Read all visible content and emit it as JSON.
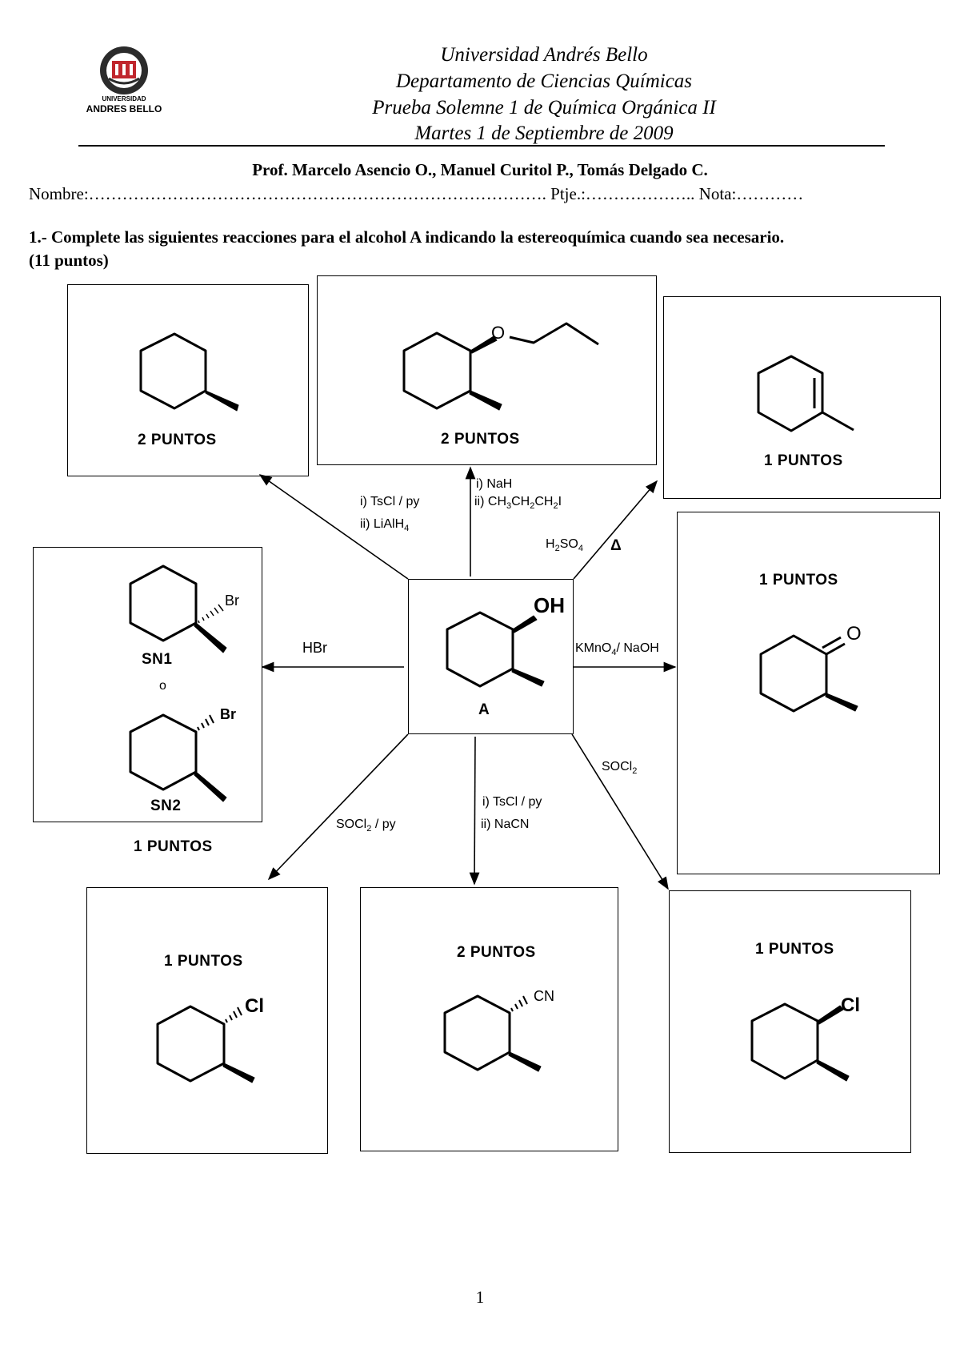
{
  "header": {
    "line1": "Universidad Andrés Bello",
    "line2": "Departamento de Ciencias Químicas",
    "line3": "Prueba Solemne 1 de Química Orgánica II",
    "line4": "Martes 1 de Septiembre de 2009",
    "logo_text_top": "UNIVERSIDAD",
    "logo_text_bottom": "ANDRES BELLO"
  },
  "professors": "Prof. Marcelo Asencio O., Manuel Curitol P., Tomás Delgado C.",
  "fields": {
    "nombre": "Nombre:………………………………………………………………………. Ptje.:……………….. Nota:…………"
  },
  "question": {
    "text": "1.- Complete las siguientes reacciones para el alcohol A indicando la estereoquímica cuando sea necesario.",
    "points": "(11 puntos)"
  },
  "center": {
    "label": "A",
    "group": "OH"
  },
  "boxes": {
    "top_left": {
      "points": "2 PUNTOS"
    },
    "top_center": {
      "points": "2 PUNTOS",
      "atom": "O"
    },
    "top_right": {
      "points": "1 PUNTOS"
    },
    "left": {
      "points": "1 PUNTOS",
      "sn1": "SN1",
      "or": "o",
      "sn2": "SN2",
      "br1": "Br",
      "br2": "Br"
    },
    "right": {
      "points": "1 PUNTOS",
      "atom": "O"
    },
    "bottom_left": {
      "points": "1 PUNTOS",
      "atom": "Cl"
    },
    "bottom_center": {
      "points": "2 PUNTOS",
      "atom": "CN"
    },
    "bottom_right": {
      "points": "1 PUNTOS",
      "atom": "Cl"
    }
  },
  "reagents": {
    "tsclpy": "i) TsCl / py",
    "lialh4": "ii) LiAlH",
    "lialh4_sub": "4",
    "nah": "i) NaH",
    "etilo": "ii) CH",
    "h2so4": "H",
    "delta": "Δ",
    "hbr": "HBr",
    "kmno4": "KMnO",
    "naoh": "/ NaOH",
    "socl2py": "SOCl",
    "socl2py_tail": "/ py",
    "tsclpy2": "i) TsCl / py",
    "nacn": "ii) NaCN",
    "socl2": "SOCl"
  },
  "page_number": "1"
}
